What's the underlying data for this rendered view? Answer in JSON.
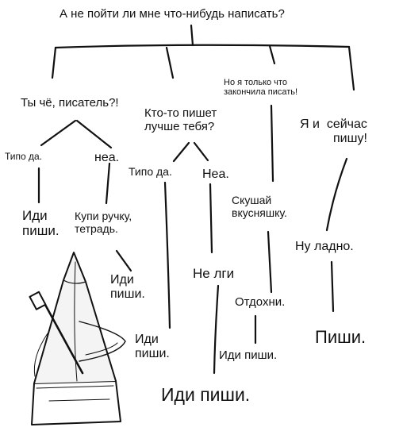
{
  "nodes": {
    "root": "А не пойти ли мне что-нибудь написать?",
    "writer_q": "Ты чё, писатель?!",
    "yeah": "Типо да.",
    "nope": "неа.",
    "go_write_1": "Иди\nпиши.",
    "buy_pen": "Купи ручку,\nтетрадь.",
    "go_write_2": "Иди\nпиши.",
    "someone_better": "Кто-то пишет\nлучше тебя?",
    "yeah2": "Типо да.",
    "nope2": "Неа.",
    "go_write_3": "Иди\nпиши.",
    "dont_lie": "Не лги",
    "go_write_big": "Иди пиши.",
    "just_finished": "Но я только что\nзакончила писать!",
    "eat_snack": "Скушай\nвкусняшку.",
    "rest": "Отдохни.",
    "go_write_4": "Иди пиши.",
    "writing_now": "Я и  сейчас\nпишу!",
    "ok_then": "Ну ладно.",
    "write": "Пиши."
  },
  "illustration": {
    "name": "metronome"
  }
}
